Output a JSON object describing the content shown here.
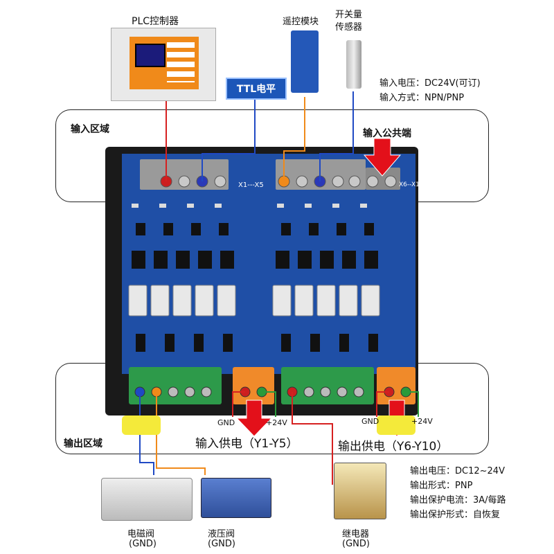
{
  "devices": {
    "plc": "PLC控制器",
    "remote": "遥控模块",
    "switch_line1": "开关量",
    "switch_line2": "传感器",
    "ttl": "TTL电平"
  },
  "input_specs": [
    "输入电压：DC24V(可订)",
    "输入方式：NPN/PNP"
  ],
  "zones": {
    "input_area": "输入区域",
    "input_common": "输入公共端",
    "output_area": "输出区域"
  },
  "terminals": {
    "input_range": "X1---X5",
    "input_range2": "X6--X1"
  },
  "power": {
    "gnd_left": "GND",
    "v24_left": "+24V",
    "gnd_right": "GND",
    "v24_right": "+24V",
    "input_supply": "输入供电（Y1-Y5）",
    "output_supply": "输出供电（Y6-Y10）"
  },
  "output_specs": [
    "输出电压：DC12~24V",
    "输出形式：PNP",
    "输出保护电流：3A/每路",
    "输出保护形式：自恢复"
  ],
  "loads": {
    "solenoid": "电磁阀",
    "solenoid_gnd": "(GND)",
    "hydraulic": "液压阀",
    "hydraulic_gnd": "(GND)",
    "relay": "继电器",
    "relay_gnd": "(GND)"
  },
  "colors": {
    "wire_red": "#d62020",
    "wire_blue": "#1f49c4",
    "wire_orange": "#f08a1a",
    "wire_green": "#2a9a3a",
    "arrow": "#e3101a",
    "pcb": "#1f4fa6",
    "terminal_green": "#2d9a4a",
    "terminal_orange": "#f08a2a"
  }
}
